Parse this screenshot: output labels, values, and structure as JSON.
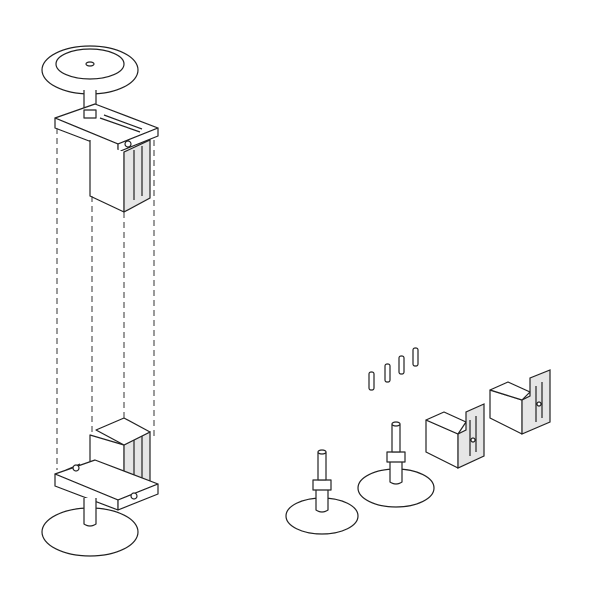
{
  "drawing": {
    "line_color": "#222222",
    "background": "#ffffff",
    "parts": [
      "leveling-foot-assembly",
      "connector-pins",
      "leveling-feet",
      "brackets"
    ]
  }
}
